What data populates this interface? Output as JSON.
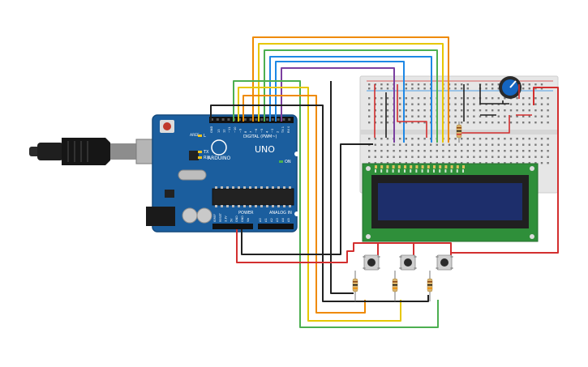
{
  "board": {
    "logo": "ARDUINO",
    "model": "UNO",
    "digital_label": "DIGITAL (PWM~)",
    "power_label": "POWER",
    "analog_label": "ANALOG IN",
    "aref_label": "AREF",
    "gnd_label": "GND",
    "tx_label": "TX",
    "rx_label": "RX",
    "l_label": "L",
    "on_label": "ON",
    "digital_pins": [
      "13",
      "12",
      "~11",
      "~10",
      "~9",
      "8",
      "7",
      "~6",
      "~5",
      "4",
      "~3",
      "2",
      "TX 1",
      "RX 0"
    ],
    "power_pins": [
      "IOREF",
      "RESET",
      "3.3V",
      "5V",
      "GND",
      "GND",
      "Vin"
    ],
    "analog_pins": [
      "A0",
      "A1",
      "A2",
      "A3",
      "A4",
      "A5"
    ]
  },
  "components": {
    "usb_cable": "usb-cable",
    "potentiometer": "potentiometer",
    "lcd": "lcd-16x2",
    "buttons": [
      "pushbutton-1",
      "pushbutton-2",
      "pushbutton-3"
    ],
    "resistors": [
      "resistor-1",
      "resistor-2",
      "resistor-3"
    ]
  },
  "colors": {
    "board": "#1b5e9e",
    "breadboard": "#e6e6e6",
    "lcd_pcb": "#2f8f3a",
    "lcd_screen": "#1d2e6b",
    "wire_red": "#d32f2f",
    "wire_black": "#212121",
    "wire_orange": "#ef8a00",
    "wire_yellow": "#e6c700",
    "wire_green": "#4caf50",
    "wire_blue": "#1e88e5",
    "wire_purple": "#7b3fa0"
  }
}
